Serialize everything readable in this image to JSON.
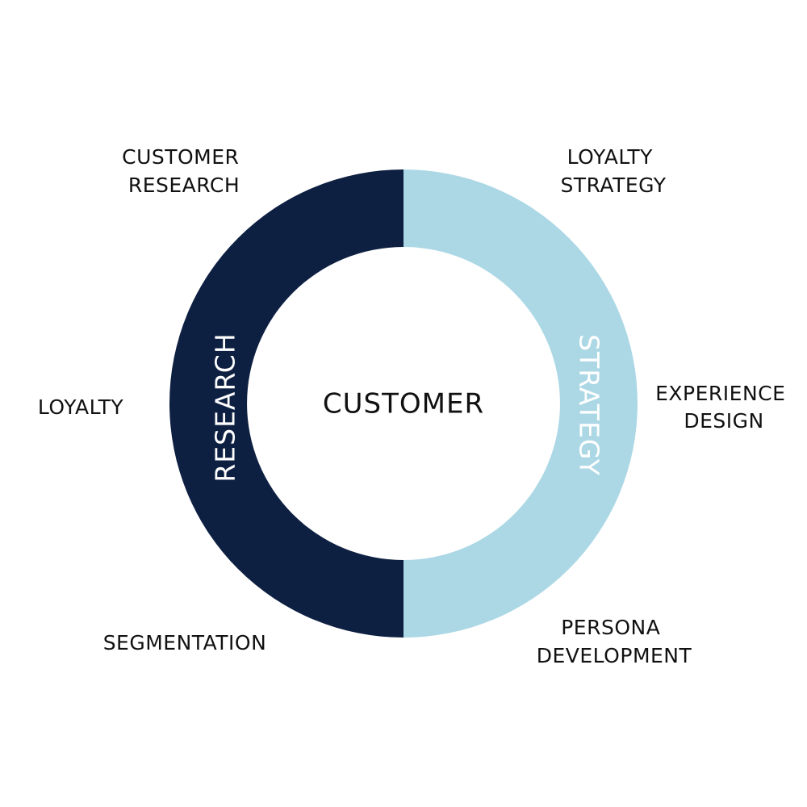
{
  "colors": {
    "research_segment": "#0e2042",
    "strategy_segment": "#acd8e6",
    "ring_text": "#ffffff",
    "label_text": "#111111",
    "background": "#ffffff"
  },
  "center": {
    "label": "CUSTOMER"
  },
  "segments": {
    "research": {
      "label": "RESEARCH"
    },
    "strategy": {
      "label": "STRATEGY"
    }
  },
  "outer_labels": {
    "customer_research": {
      "line1": "CUSTOMER",
      "line2": "RESEARCH"
    },
    "loyalty": {
      "line1": "LOYALTY"
    },
    "segmentation": {
      "line1": "SEGMENTATION"
    },
    "loyalty_strategy": {
      "line1": "LOYALTY",
      "line2": "STRATEGY"
    },
    "experience_design": {
      "line1": "EXPERIENCE",
      "line2": "DESIGN"
    },
    "persona_development": {
      "line1": "PERSONA",
      "line2": "DEVELOPMENT"
    }
  }
}
